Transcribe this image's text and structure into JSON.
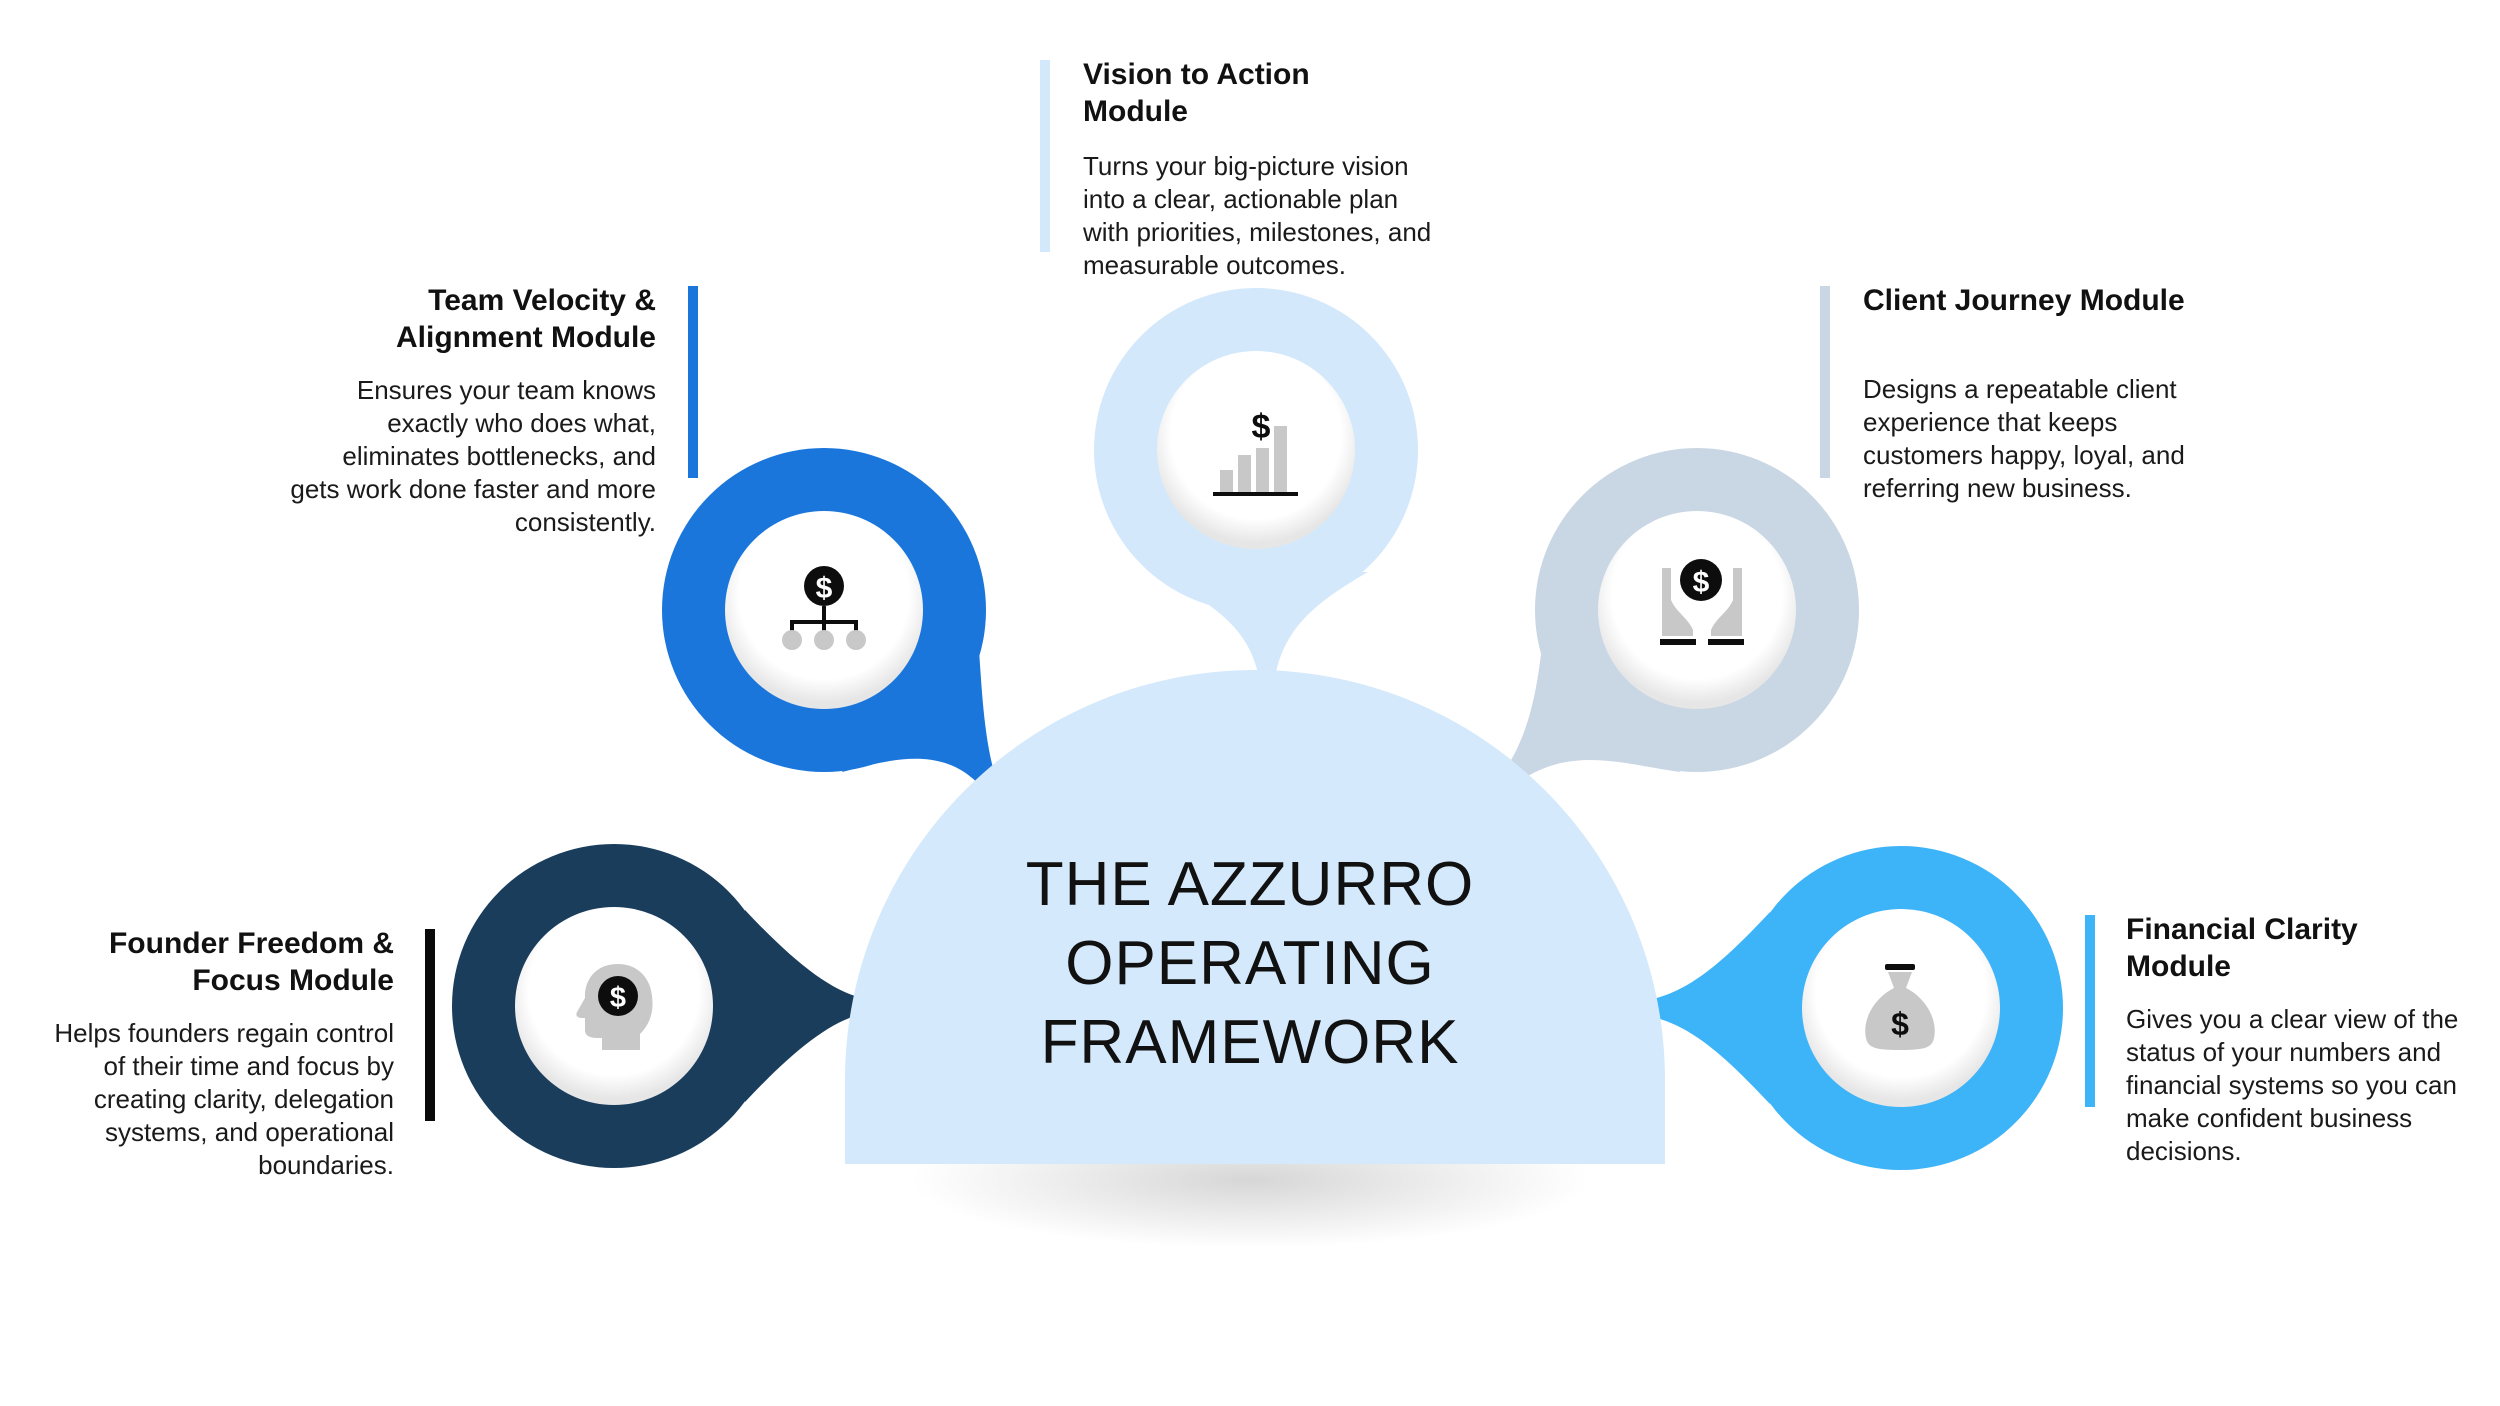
{
  "center": {
    "title_lines": [
      "THE AZZURRO",
      "OPERATING",
      "FRAMEWORK"
    ]
  },
  "modules": [
    {
      "id": "vision",
      "title_lines": [
        "Vision to Action",
        "Module"
      ],
      "description_lines": [
        "Turns your big-picture vision",
        "into a clear, actionable plan",
        "with priorities, milestones, and",
        "measurable outcomes."
      ],
      "color": "#d3e8fb",
      "icon": "bar-chart-dollar-icon"
    },
    {
      "id": "team",
      "title_lines": [
        "Team Velocity &",
        "Alignment Module"
      ],
      "description_lines": [
        "Ensures your team knows",
        "exactly who does what,",
        "eliminates bottlenecks, and",
        "gets work done faster and more",
        "consistently."
      ],
      "color": "#1b76dc",
      "icon": "dollar-hierarchy-icon"
    },
    {
      "id": "client",
      "title_lines": [
        "Client Journey Module"
      ],
      "description_lines": [
        "Designs a repeatable client",
        "experience that keeps",
        "customers happy, loyal, and",
        "referring new business."
      ],
      "color": "#c9d6e3",
      "icon": "hands-dollar-icon"
    },
    {
      "id": "founder",
      "title_lines": [
        "Founder Freedom &",
        "Focus Module"
      ],
      "description_lines": [
        "Helps founders regain control",
        "of their time and focus by",
        "creating clarity, delegation",
        "systems, and operational",
        "boundaries."
      ],
      "color": "#1a3d5c",
      "icon": "head-dollar-icon"
    },
    {
      "id": "financial",
      "title_lines": [
        "Financial Clarity",
        "Module"
      ],
      "description_lines": [
        "Gives you a clear view of the",
        "status of your numbers and",
        "financial systems so you can",
        "make confident business",
        "decisions."
      ],
      "color": "#3db3f8",
      "icon": "money-bag-icon"
    }
  ],
  "colors": {
    "center_dome": "#d4e9fb",
    "icon_dark": "#0d0d0d",
    "icon_gray": "#c8c8c8",
    "icon_circle": "#ffffff"
  }
}
